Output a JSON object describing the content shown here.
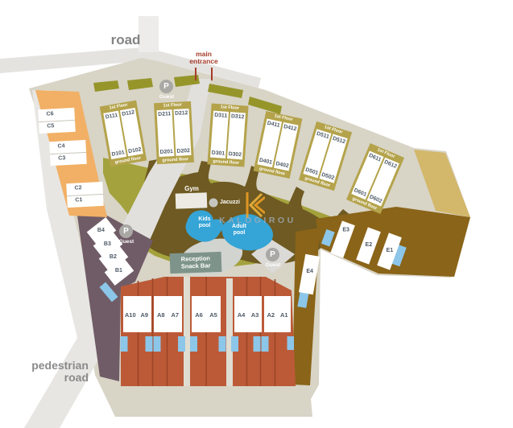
{
  "roads": {
    "top_label": "road",
    "pedestrian_line1": "pedestrian",
    "pedestrian_line2": "road"
  },
  "entrance": {
    "line1": "main",
    "line2": "entrance"
  },
  "parking": {
    "p": "P",
    "guest": "Guest"
  },
  "amenities": {
    "gym": "Gym",
    "jacuzzi": "Jacuzzi",
    "kids_pool_line1": "Kids",
    "kids_pool_line2": "pool",
    "adult_pool_line1": "Adult",
    "adult_pool_line2": "pool",
    "reception_line1": "Reception",
    "reception_line2": "Snack Bar"
  },
  "watermark": {
    "text": "KALOGIROU"
  },
  "d_blocks": [
    {
      "floor_top": "1st Floor",
      "floor_bottom": "ground floor",
      "units_top": [
        "D111",
        "D112"
      ],
      "units_bottom": [
        "D101",
        "D102"
      ]
    },
    {
      "floor_top": "1st Floor",
      "floor_bottom": "ground floor",
      "units_top": [
        "D211",
        "D212"
      ],
      "units_bottom": [
        "D201",
        "D202"
      ]
    },
    {
      "floor_top": "1st Floor",
      "floor_bottom": "ground floor",
      "units_top": [
        "D311",
        "D312"
      ],
      "units_bottom": [
        "D301",
        "D302"
      ]
    },
    {
      "floor_top": "1st Floor",
      "floor_bottom": "ground floor",
      "units_top": [
        "D411",
        "D412"
      ],
      "units_bottom": [
        "D401",
        "D402"
      ]
    },
    {
      "floor_top": "1st Floor",
      "floor_bottom": "ground floor",
      "units_top": [
        "D511",
        "D512"
      ],
      "units_bottom": [
        "D501",
        "D502"
      ]
    },
    {
      "floor_top": "1st Floor",
      "floor_bottom": "ground floor",
      "units_top": [
        "D611",
        "D612"
      ],
      "units_bottom": [
        "D601",
        "D602"
      ]
    }
  ],
  "c_blocks": [
    {
      "top": "C6",
      "bottom": "C5"
    },
    {
      "top": "C4",
      "bottom": "C3"
    },
    {
      "top": "C2",
      "bottom": "C1"
    }
  ],
  "b_units": [
    "B4",
    "B3",
    "B2",
    "B1"
  ],
  "a_rects": [
    {
      "left": "A10",
      "right": "A9"
    },
    {
      "left": "A8",
      "right": "A7"
    },
    {
      "left": "A6",
      "right": "A5"
    },
    {
      "left": "A4",
      "right": "A3"
    },
    {
      "left": "A2",
      "right": "A1"
    }
  ],
  "e_units": [
    "E3",
    "E2",
    "E1",
    "E4"
  ],
  "colors": {
    "site_beige": "#d8d4c6",
    "road_gray": "#e4e3e0",
    "garden_olive": "#a4a23c",
    "path_brown": "#6e5a22",
    "block_khaki": "#b4a34b",
    "band_orange": "#f1b065",
    "zone_purple": "#705c66",
    "zone_red": "#bc5a38",
    "band_brown": "#8a6418",
    "band_tan": "#d3b76a",
    "pool_blue": "#35a4d6",
    "small_pool_blue": "#8cc6e9",
    "reception_teal": "#7e948a",
    "entrance_red": "#a53c2a",
    "label_slate": "#4d5965",
    "watermark_orange": "#f2a124"
  }
}
